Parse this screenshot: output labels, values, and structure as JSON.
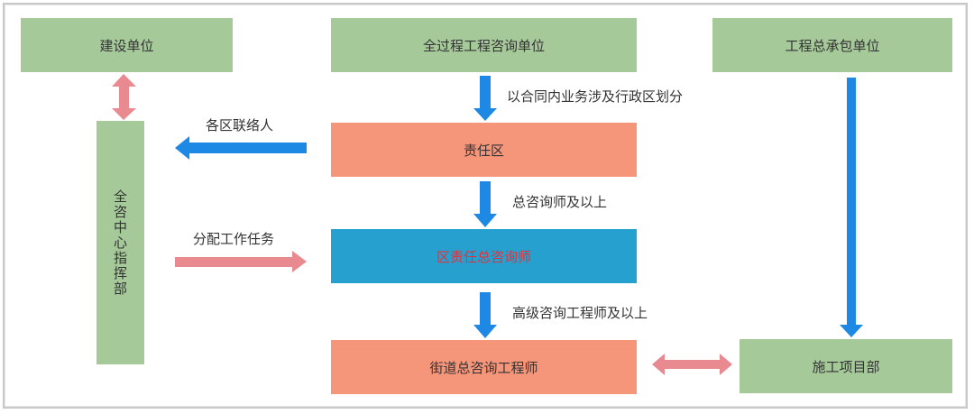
{
  "nodes": {
    "client": "建设单位",
    "consulting_unit": "全过程工程咨询单位",
    "general_contractor": "工程总承包单位",
    "command_center": "全咨中心指挥部",
    "responsibility_zone": "责任区",
    "zone_chief_consultant": "区责任总咨询师",
    "street_chief_engineer": "街道总咨询工程师",
    "construction_project_dept": "施工项目部"
  },
  "edge_labels": {
    "zone_division": "以合同内业务涉及行政区划分",
    "zone_liaison": "各区联络人",
    "chief_consultant_level": "总咨询师及以上",
    "assign_tasks": "分配工作任务",
    "senior_engineer_level": "高级咨询工程师及以上"
  },
  "colors": {
    "green_node": "#a6c99a",
    "salmon_node": "#f5957a",
    "blue_node": "#26a0cf",
    "blue_arrow": "#1e88e5",
    "pink_arrow": "#e98a91",
    "highlight_text": "#e2333a"
  }
}
